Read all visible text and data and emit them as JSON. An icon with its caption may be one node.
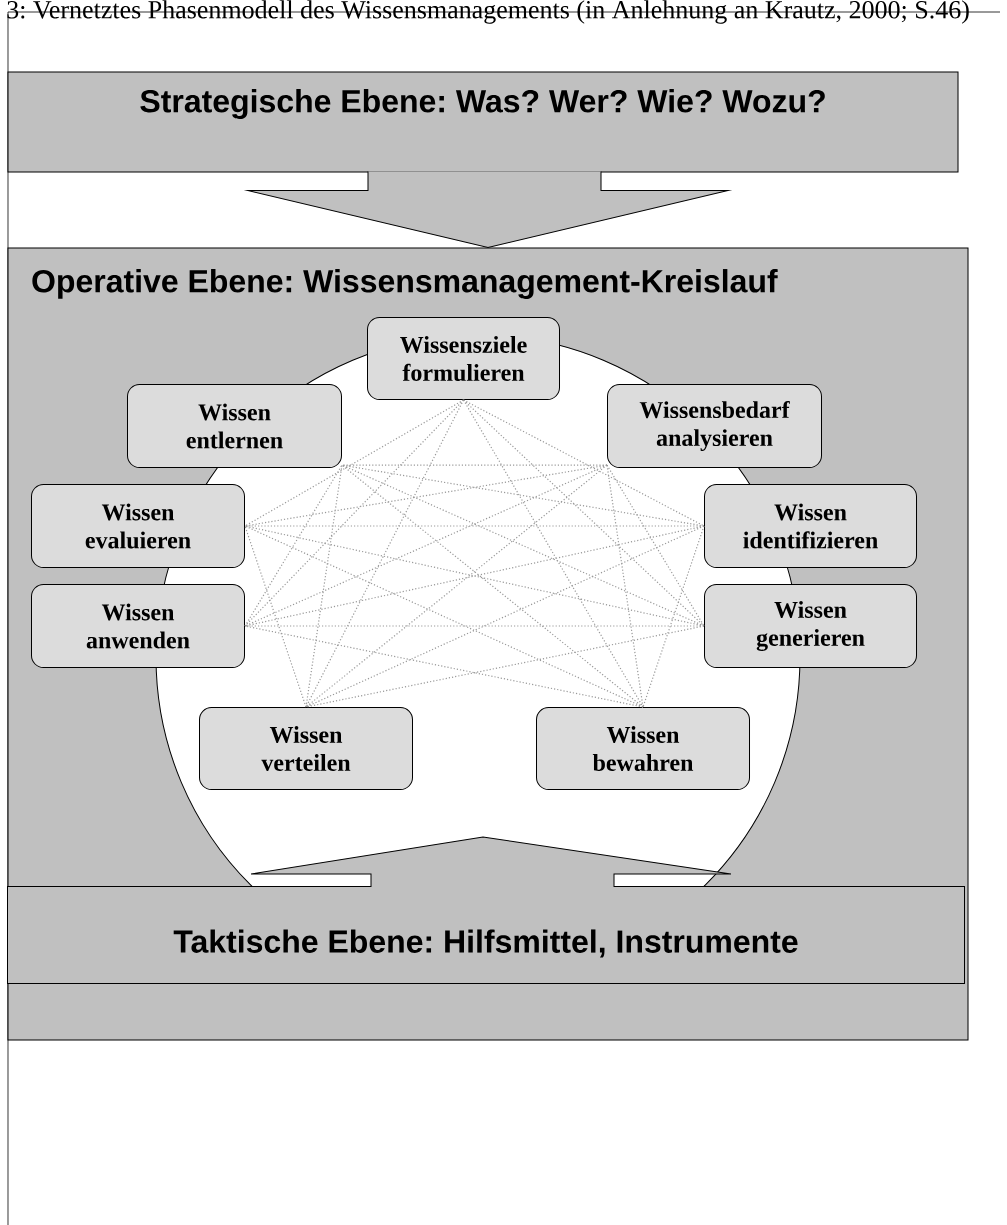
{
  "diagram": {
    "title": "3: Vernetztes Phasenmodell des Wissensmanagements (in Anlehnung an Krautz, 2000; S.46)",
    "nodes": [
      {
        "text": [
          "Strategische Ebene: Was? Wer? Wie? Wozu?"
        ]
      },
      {
        "text": [
          "Operative Ebene: Wissensmanagement-Kreislauf"
        ]
      },
      {
        "text": [
          "Wissensziele formulieren"
        ],
        "in": 1
      },
      {
        "text": [
          "Wissen entlernen"
        ],
        "in": 1
      },
      {
        "text": [
          "Wissensbedarf analysieren"
        ],
        "in": 1
      },
      {
        "text": [
          "Wissen evaluieren"
        ],
        "in": 1
      },
      {
        "text": [
          "Wissen identifizieren"
        ],
        "in": 1
      },
      {
        "text": [
          "Wissen anwenden"
        ],
        "in": 1
      },
      {
        "text": [
          "Wissen generieren"
        ],
        "in": 1
      },
      {
        "text": [
          "Wissen verteilen"
        ],
        "in": 1
      },
      {
        "text": [
          "Wissen bewahren"
        ],
        "in": 1
      },
      {
        "text": [
          "Taktische Ebene: Hilfsmittel, Instrumente"
        ],
        "in": 1
      }
    ],
    "edges": [
      {
        "from": 0,
        "to": 1,
        "arrow": "to"
      },
      {
        "from": 11,
        "to": null,
        "arrow": "to"
      },
      {
        "from": 2,
        "to": 6,
        "arrow": "none",
        "style": "dashed"
      },
      {
        "from": 2,
        "to": 8,
        "arrow": "none",
        "style": "dashed"
      },
      {
        "from": 2,
        "to": 10,
        "arrow": "none",
        "style": "dashed"
      },
      {
        "from": 2,
        "to": 9,
        "arrow": "none",
        "style": "dashed"
      },
      {
        "from": 2,
        "to": 7,
        "arrow": "none",
        "style": "dashed"
      },
      {
        "from": 2,
        "to": 5,
        "arrow": "none",
        "style": "dashed"
      },
      {
        "from": 4,
        "to": 8,
        "arrow": "none",
        "style": "dashed"
      },
      {
        "from": 4,
        "to": 10,
        "arrow": "none",
        "style": "dashed"
      },
      {
        "from": 4,
        "to": 9,
        "arrow": "none",
        "style": "dashed"
      },
      {
        "from": 4,
        "to": 7,
        "arrow": "none",
        "style": "dashed"
      },
      {
        "from": 4,
        "to": 5,
        "arrow": "none",
        "style": "dashed"
      },
      {
        "from": 4,
        "to": 3,
        "arrow": "none",
        "style": "dashed"
      },
      {
        "from": 6,
        "to": 10,
        "arrow": "none",
        "style": "dashed"
      },
      {
        "from": 6,
        "to": 9,
        "arrow": "none",
        "style": "dashed"
      },
      {
        "from": 6,
        "to": 7,
        "arrow": "none",
        "style": "dashed"
      },
      {
        "from": 6,
        "to": 5,
        "arrow": "none",
        "style": "dashed"
      },
      {
        "from": 6,
        "to": 3,
        "arrow": "none",
        "style": "dashed"
      },
      {
        "from": 8,
        "to": 9,
        "arrow": "none",
        "style": "dashed"
      },
      {
        "from": 8,
        "to": 7,
        "arrow": "none",
        "style": "dashed"
      },
      {
        "from": 8,
        "to": 5,
        "arrow": "none",
        "style": "dashed"
      },
      {
        "from": 8,
        "to": 3,
        "arrow": "none",
        "style": "dashed"
      },
      {
        "from": 10,
        "to": 7,
        "arrow": "none",
        "style": "dashed"
      },
      {
        "from": 10,
        "to": 5,
        "arrow": "none",
        "style": "dashed"
      },
      {
        "from": 10,
        "to": 3,
        "arrow": "none",
        "style": "dashed"
      },
      {
        "from": 9,
        "to": 5,
        "arrow": "none",
        "style": "dashed"
      },
      {
        "from": 9,
        "to": 3,
        "arrow": "none",
        "style": "dashed"
      },
      {
        "from": 7,
        "to": 3,
        "arrow": "none",
        "style": "dashed"
      }
    ]
  }
}
